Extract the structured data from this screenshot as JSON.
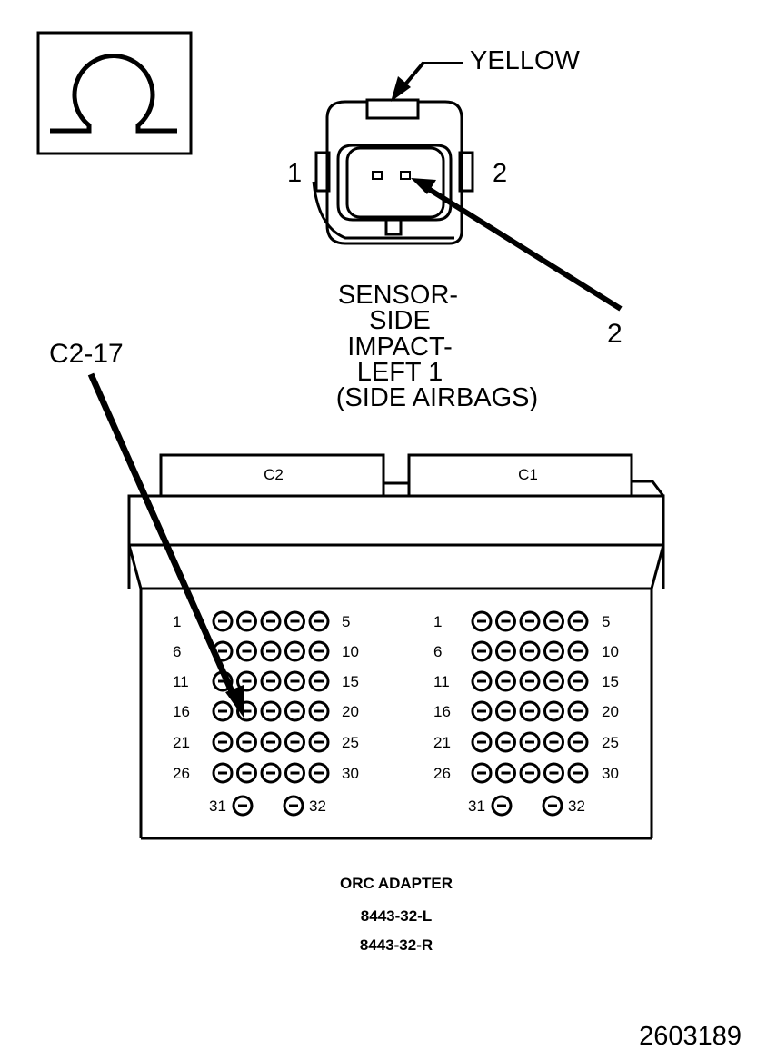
{
  "ohm_symbol": "Ω",
  "sensor": {
    "wire_color": "YELLOW",
    "pin_left": "1",
    "pin_right": "2",
    "callout_pin": "2",
    "title_lines": [
      "SENSOR-",
      "SIDE",
      "IMPACT-",
      "LEFT 1",
      "(SIDE AIRBAGS)"
    ]
  },
  "adapter": {
    "callout": "C2-17",
    "connectors": [
      {
        "name": "C2",
        "rows": [
          {
            "left": "1",
            "right": "5"
          },
          {
            "left": "6",
            "right": "10"
          },
          {
            "left": "11",
            "right": "15"
          },
          {
            "left": "16",
            "right": "20"
          },
          {
            "left": "21",
            "right": "25"
          },
          {
            "left": "26",
            "right": "30"
          }
        ],
        "bottom_left": "31",
        "bottom_right": "32"
      },
      {
        "name": "C1",
        "rows": [
          {
            "left": "1",
            "right": "5"
          },
          {
            "left": "6",
            "right": "10"
          },
          {
            "left": "11",
            "right": "15"
          },
          {
            "left": "16",
            "right": "20"
          },
          {
            "left": "21",
            "right": "25"
          },
          {
            "left": "26",
            "right": "30"
          }
        ],
        "bottom_left": "31",
        "bottom_right": "32"
      }
    ],
    "caption_lines": [
      "ORC ADAPTER",
      "8443-32-L",
      "8443-32-R"
    ]
  },
  "figure_number": "2603189"
}
